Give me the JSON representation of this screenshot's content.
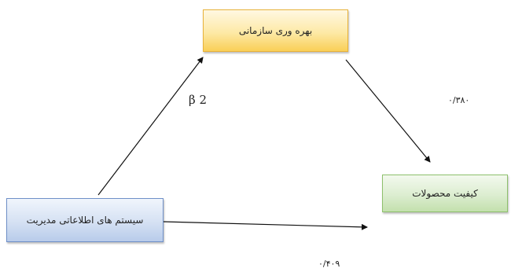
{
  "diagram": {
    "nodes": {
      "top": {
        "label": "بهره وری سازمانی"
      },
      "left": {
        "label": "سیستم های اطلاعاتی مدیریت"
      },
      "right": {
        "label": "کیفیت محصولات"
      }
    },
    "edges": {
      "left_to_top": {
        "label": "β 2"
      },
      "top_to_right": {
        "label": "۰/۳۸۰"
      },
      "left_to_right": {
        "label": "۰/۴۰۹"
      }
    },
    "colors": {
      "top_fill": "#fde9a6",
      "top_border": "#e8b23a",
      "left_fill": "#d5e1f3",
      "left_border": "#6f90c8",
      "right_fill": "#dcedd0",
      "right_border": "#8ec06c",
      "arrow": "#111111"
    }
  }
}
